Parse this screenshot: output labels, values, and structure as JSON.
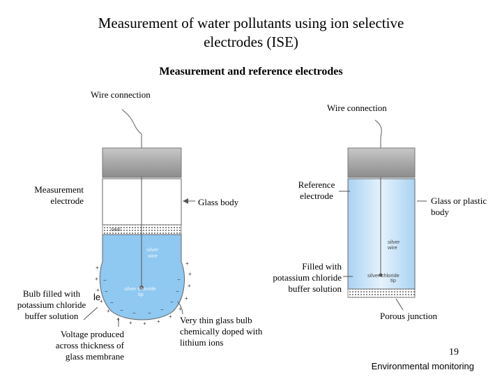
{
  "title": {
    "line1": "Measurement of water pollutants using ion selective",
    "line2": "electrodes (ISE)"
  },
  "subtitle": "Measurement and reference electrodes",
  "measurement_electrode": {
    "wire_connection": "Wire connection",
    "name_line1": "Measurement",
    "name_line2": "electrode",
    "glass_body": "Glass body",
    "bulb_line1": "Bulb filled with",
    "bulb_line2": "potassium chloride",
    "bulb_line3": "buffer solution",
    "voltage_line1": "Voltage produced",
    "voltage_line2": "across thickness of",
    "voltage_line3": "glass membrane",
    "thin_bulb_line1": "Very thin glass bulb",
    "thin_bulb_line2": "chemically doped with",
    "thin_bulb_line3": "lithium ions",
    "seal_label": "seal",
    "silver_wire_line1": "silver",
    "silver_wire_line2": "wire",
    "silver_chloride_line1": "silver chloride",
    "silver_chloride_line2": "tip",
    "partial_label": "le"
  },
  "reference_electrode": {
    "wire_connection": "Wire connection",
    "name_line1": "Reference",
    "name_line2": "electrode",
    "glass_plastic_line1": "Glass or plastic",
    "glass_plastic_line2": "body",
    "filled_line1": "Filled with",
    "filled_line2": "potassium chloride",
    "filled_line3": "buffer solution",
    "porous_junction": "Porous junction",
    "silver_wire_line1": "silver",
    "silver_wire_line2": "wire",
    "silver_chloride_line1": "silver chloride",
    "silver_chloride_line2": "tip"
  },
  "page_number": "19",
  "footer": "Environmental monitoring",
  "colors": {
    "cap_gray": "#a9a9a9",
    "solution_blue": "#8fc8f0",
    "reference_blue": "#cfe5f7"
  }
}
